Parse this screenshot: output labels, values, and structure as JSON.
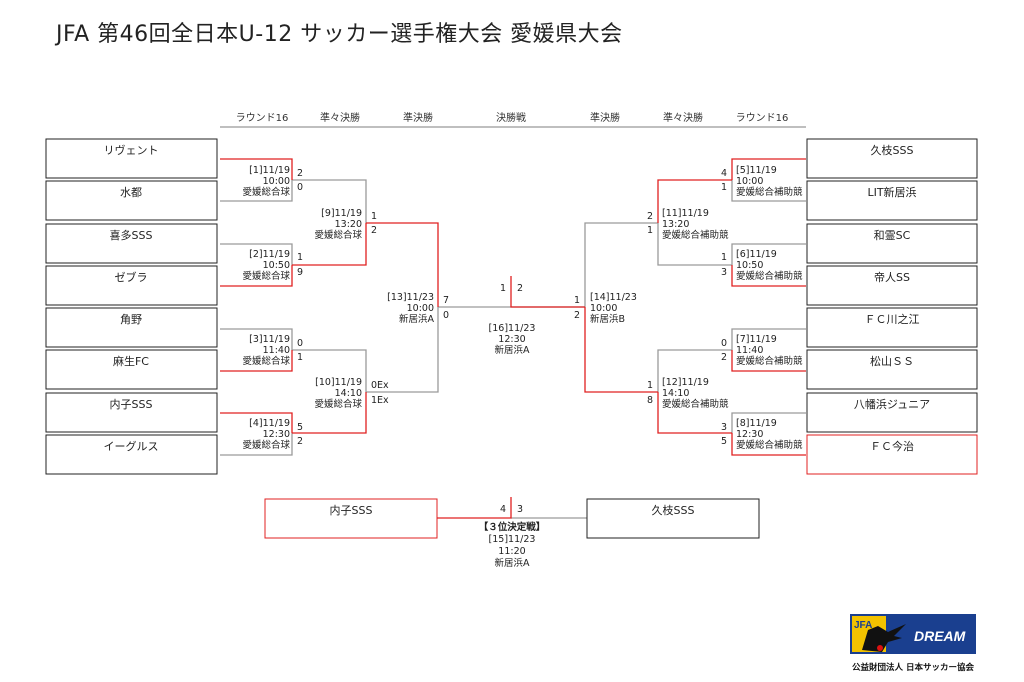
{
  "title": "JFA 第46回全日本U-12 サッカー選手権大会 愛媛県大会",
  "rounds": {
    "left": [
      "ラウンド16",
      "準々決勝",
      "準決勝"
    ],
    "final": "決勝戦",
    "right": [
      "準決勝",
      "準々決勝",
      "ラウンド16"
    ]
  },
  "teams": {
    "left": [
      "リヴェント",
      "水都",
      "喜多SSS",
      "ゼブラ",
      "角野",
      "麻生FC",
      "内子SSS",
      "イーグルス"
    ],
    "right": [
      "久枝SSS",
      "LIT新居浜",
      "和霊SC",
      "帝人SS",
      "ＦＣ川之江",
      "松山ＳＳ",
      "八幡浜ジュニア",
      "ＦＣ今治"
    ]
  },
  "matches": [
    {
      "id": "[1]11/19",
      "time": "10:00",
      "venue": "愛媛総合球",
      "scores": [
        "2",
        "0"
      ]
    },
    {
      "id": "[2]11/19",
      "time": "10:50",
      "venue": "愛媛総合球",
      "scores": [
        "1",
        "9"
      ]
    },
    {
      "id": "[3]11/19",
      "time": "11:40",
      "venue": "愛媛総合球",
      "scores": [
        "0",
        "1"
      ]
    },
    {
      "id": "[4]11/19",
      "time": "12:30",
      "venue": "愛媛総合球",
      "scores": [
        "5",
        "2"
      ]
    },
    {
      "id": "[5]11/19",
      "time": "10:00",
      "venue": "愛媛総合補助競",
      "scores": [
        "4",
        "1"
      ]
    },
    {
      "id": "[6]11/19",
      "time": "10:50",
      "venue": "愛媛総合補助競",
      "scores": [
        "1",
        "3"
      ]
    },
    {
      "id": "[7]11/19",
      "time": "11:40",
      "venue": "愛媛総合補助競",
      "scores": [
        "0",
        "2"
      ]
    },
    {
      "id": "[8]11/19",
      "time": "12:30",
      "venue": "愛媛総合補助競",
      "scores": [
        "3",
        "5"
      ]
    },
    {
      "id": "[9]11/19",
      "time": "13:20",
      "venue": "愛媛総合球",
      "scores": [
        "1",
        "2"
      ]
    },
    {
      "id": "[10]11/19",
      "time": "14:10",
      "venue": "愛媛総合球",
      "scores": [
        "0Ex",
        "1Ex"
      ]
    },
    {
      "id": "[11]11/19",
      "time": "13:20",
      "venue": "愛媛総合補助競",
      "scores": [
        "2",
        "1"
      ]
    },
    {
      "id": "[12]11/19",
      "time": "14:10",
      "venue": "愛媛総合補助競",
      "scores": [
        "1",
        "8"
      ]
    },
    {
      "id": "[13]11/23",
      "time": "10:00",
      "venue": "新居浜A",
      "scores": [
        "7",
        "0"
      ]
    },
    {
      "id": "[14]11/23",
      "time": "10:00",
      "venue": "新居浜B",
      "scores": [
        "1",
        "2"
      ]
    },
    {
      "id": "[16]11/23",
      "time": "12:30",
      "venue": "新居浜A",
      "scores": [
        "1",
        "2"
      ]
    },
    {
      "id": "[15]11/23",
      "time": "11:20",
      "venue": "新居浜A",
      "scores": [
        "4",
        "3"
      ]
    }
  ],
  "third_place": {
    "label": "【３位決定戦】",
    "teams": [
      "内子SSS",
      "久枝SSS"
    ]
  },
  "logo": {
    "mark": "JFA",
    "word": "DREAM",
    "org": "公益財団法人 日本サッカー協会"
  },
  "colors": {
    "winner": "#e02020",
    "loser": "#9a9a9a",
    "box": "#222222"
  }
}
